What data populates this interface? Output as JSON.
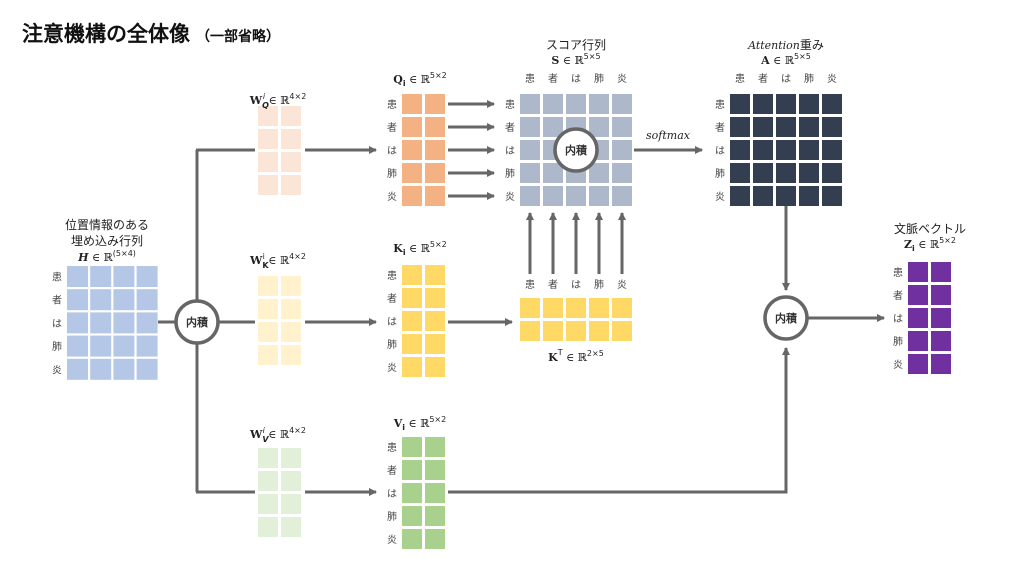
{
  "title": {
    "main": "注意機構の全体像",
    "sub": "（一部省略）"
  },
  "tokens": [
    "患",
    "者",
    "は",
    "肺",
    "炎"
  ],
  "colors": {
    "H": "#b4c7e7",
    "WQ": "#fbe5d6",
    "Q": "#f4b183",
    "WK": "#fff2cc",
    "K": "#ffd966",
    "WV": "#e2f0d9",
    "V": "#a9d18e",
    "S": "#adb9ca",
    "A": "#333f50",
    "Z": "#7030a0",
    "line": "#666666"
  },
  "matrices": {
    "H": {
      "caption_line1": "位置情報のある",
      "caption_line2": "埋め込み行列",
      "symbol": "H",
      "set": "ℝ",
      "dims": "(5×4)",
      "rows": 5,
      "cols": 4
    },
    "WQ": {
      "symbol": "W",
      "sub": "Q",
      "supi": "i",
      "set": "ℝ",
      "dims": "4×2",
      "rows": 4,
      "cols": 2
    },
    "WK": {
      "symbol": "W",
      "sub": "K",
      "supi": "i",
      "set": "ℝ",
      "dims": "4×2",
      "rows": 4,
      "cols": 2
    },
    "WV": {
      "symbol": "W",
      "sub": "V",
      "supi": "i",
      "set": "ℝ",
      "dims": "4×2",
      "rows": 4,
      "cols": 2
    },
    "Q": {
      "symbol": "Q",
      "sub": "i",
      "set": "ℝ",
      "dims": "5×2",
      "rows": 5,
      "cols": 2
    },
    "K": {
      "symbol": "K",
      "sub": "i",
      "set": "ℝ",
      "dims": "5×2",
      "rows": 5,
      "cols": 2
    },
    "V": {
      "symbol": "V",
      "sub": "i",
      "set": "ℝ",
      "dims": "5×2",
      "rows": 5,
      "cols": 2
    },
    "KT": {
      "symbol": "K",
      "supT": "T",
      "set": "ℝ",
      "dims": "2×5",
      "rows": 2,
      "cols": 5
    },
    "S": {
      "caption": "スコア行列",
      "symbol": "S",
      "set": "ℝ",
      "dims": "5×5",
      "rows": 5,
      "cols": 5
    },
    "A": {
      "caption_italic": "Attention",
      "caption_rest": "重み",
      "symbol": "A",
      "set": "ℝ",
      "dims": "5×5",
      "rows": 5,
      "cols": 5
    },
    "Z": {
      "caption": "文脈ベクトル",
      "symbol": "Z",
      "sub": "i",
      "set": "ℝ",
      "dims": "5×2",
      "rows": 5,
      "cols": 2
    }
  },
  "operations": {
    "dot_product": "内積",
    "softmax": "softmax"
  }
}
